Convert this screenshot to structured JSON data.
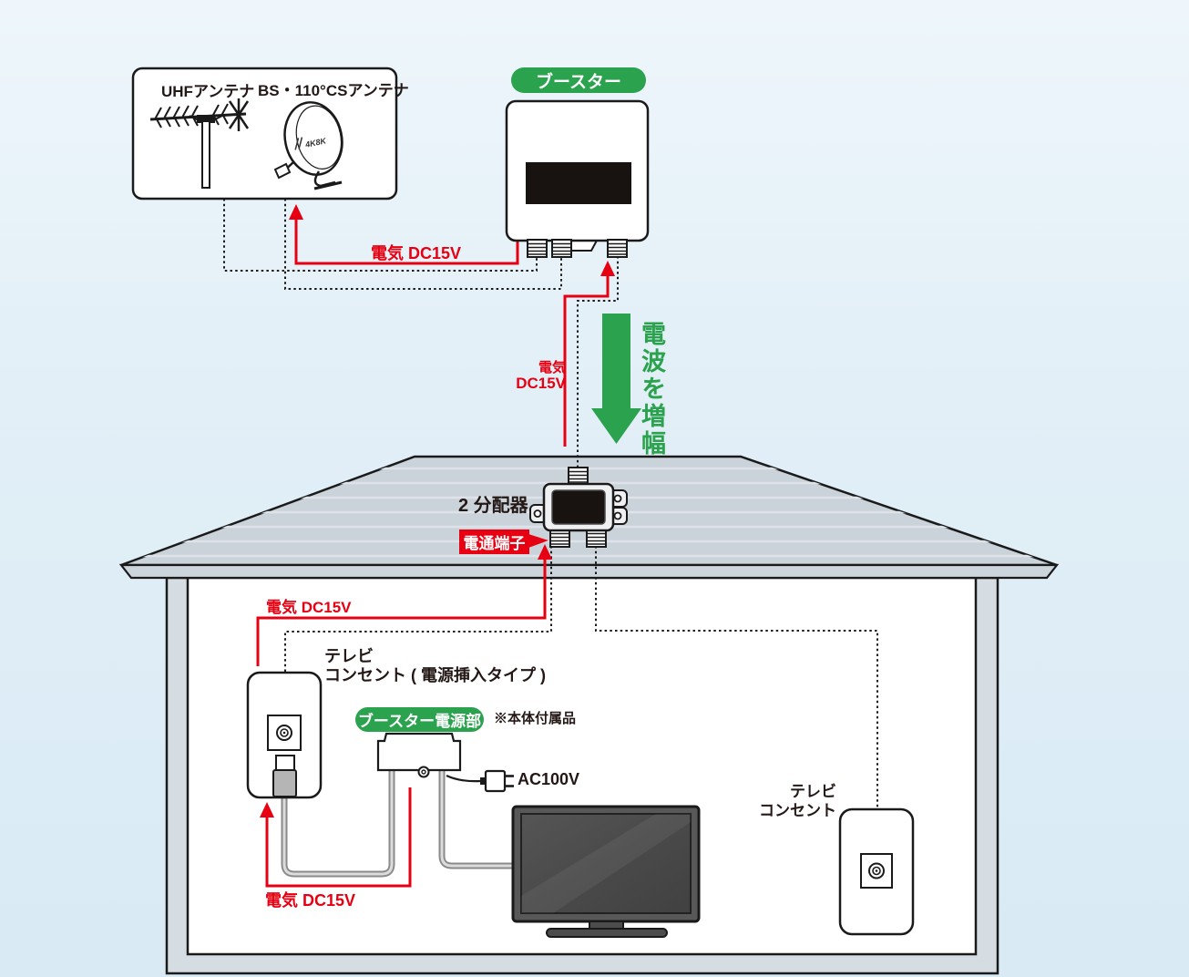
{
  "antenna_box": {
    "uhf_label": "UHFアンテナ",
    "bs_label": "BS・110°CSアンテナ",
    "dish_logo": "4K8K"
  },
  "booster": {
    "label": "ブースター"
  },
  "amplify_arrow": {
    "label": "電波を増幅"
  },
  "splitter": {
    "label": "2 分配器",
    "terminal_badge": "電通端子"
  },
  "labels": {
    "dc_top": "電気 DC15V",
    "dc_mid_line1": "電気",
    "dc_mid_line2": "DC15V",
    "dc_left": "電気 DC15V",
    "dc_bottom": "電気 DC15V"
  },
  "outlet_left": {
    "name_line1": "テレビ",
    "name_line2": "コンセント ( 電源挿入タイプ )"
  },
  "power_unit": {
    "label": "ブースター電源部",
    "note": "※本体付属品",
    "plug_label": "AC100V"
  },
  "outlet_right": {
    "name_line1": "テレビ",
    "name_line2": "コンセント"
  },
  "colors": {
    "green": "#2ba24d",
    "red": "#e60012"
  }
}
